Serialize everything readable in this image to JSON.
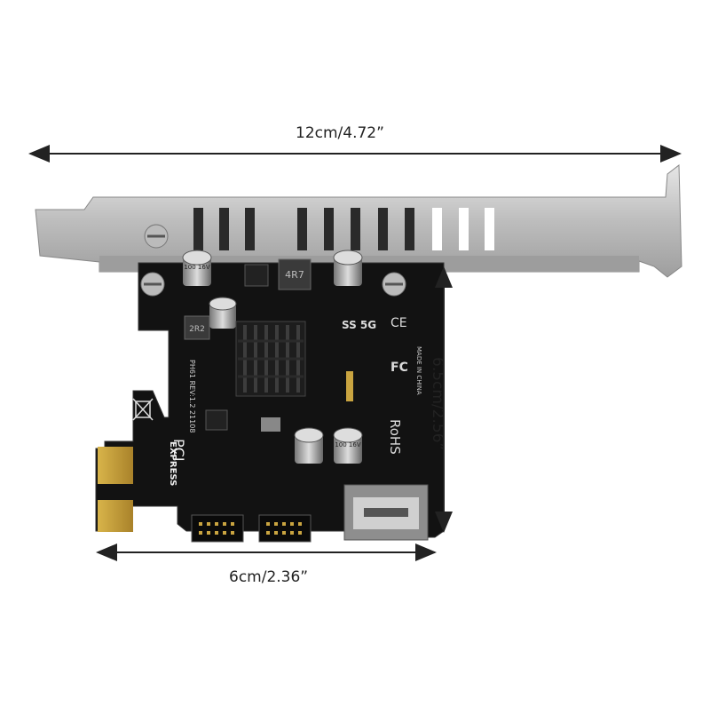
{
  "dimensions": {
    "overall_width": "12cm/4.72”",
    "card_height": "6.5cm/2.56”",
    "board_width": "6cm/2.36”"
  },
  "pcb_markings": {
    "usb_logo": "SS 5G",
    "ce_mark": "CE",
    "fcc_mark": "FC",
    "rohs_mark": "RoHS",
    "made_in": "MADE IN CHINA",
    "revision": "PH61 REV:1.2 21108",
    "pci_brand": "PCI",
    "pci_express": "EXPRESS",
    "inductor": "4R7",
    "inductor_small": "2R2",
    "cap_label_1": "100 16V",
    "cap_label_2": "100 16V"
  },
  "colors": {
    "pcb": "#121212",
    "bracket": "#c9c9c9",
    "gold": "#c8a23a",
    "arrow": "#222222"
  }
}
